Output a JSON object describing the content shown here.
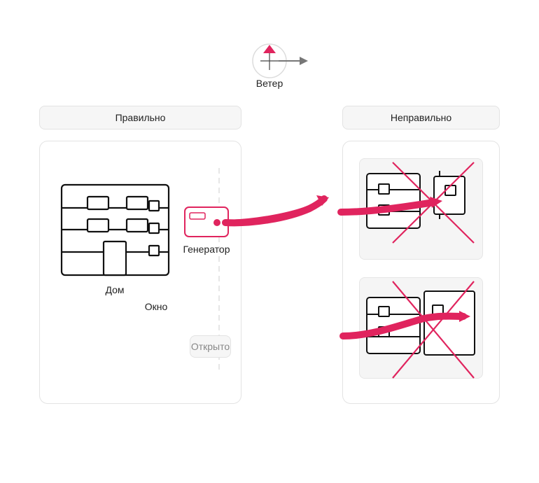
{
  "wind": {
    "label": "Ветер"
  },
  "correct": {
    "title": "Правильно",
    "house_label": "Дом",
    "window_label": "Окно",
    "generator_label": "Генератор",
    "open_label": "Открыто"
  },
  "incorrect": {
    "title": "Неправильно"
  },
  "colors": {
    "accent": "#e0245e",
    "outline": "#111111",
    "panel_border": "#e3e3e3",
    "wind_arrow": "#777777"
  }
}
